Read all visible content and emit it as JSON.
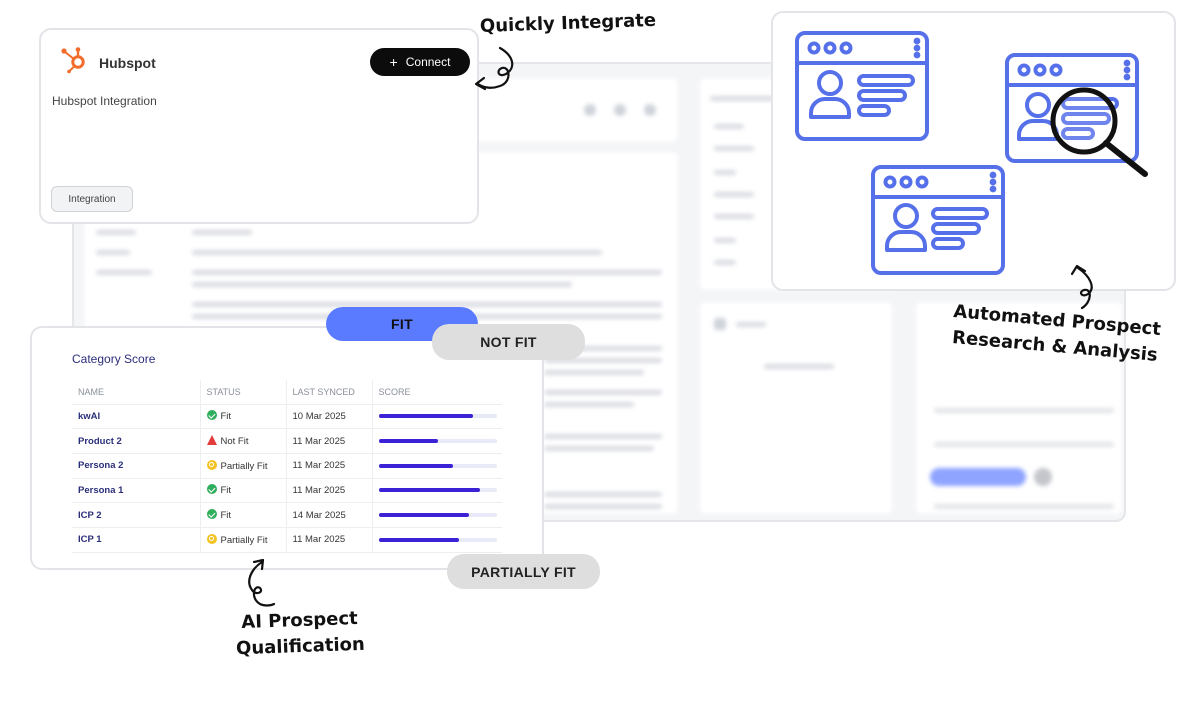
{
  "annotations": {
    "quickly_integrate": "Quickly Integrate",
    "automated_research_line1": "Automated Prospect",
    "automated_research_line2": "Research & Analysis",
    "ai_qualification_line1": "AI Prospect",
    "ai_qualification_line2": "Qualification"
  },
  "hubspot_card": {
    "name": "Hubspot",
    "subtitle": "Hubspot Integration",
    "connect_label": "Connect",
    "connect_icon": "plus-icon",
    "tag_label": "Integration",
    "brand_color": "#f26c2c"
  },
  "badges": {
    "fit": "FIT",
    "not_fit": "NOT FIT",
    "partially_fit": "PARTIALLY FIT"
  },
  "score_card": {
    "title": "Category Score",
    "columns": [
      "NAME",
      "STATUS",
      "LAST SYNCED",
      "SCORE"
    ],
    "rows": [
      {
        "name": "kwAI",
        "status": "Fit",
        "status_icon": "check-circle-icon",
        "synced": "10 Mar 2025",
        "score": 0.8
      },
      {
        "name": "Product 2",
        "status": "Not Fit",
        "status_icon": "warning-triangle-icon",
        "synced": "11 Mar 2025",
        "score": 0.5
      },
      {
        "name": "Persona 2",
        "status": "Partially Fit",
        "status_icon": "partial-circle-icon",
        "synced": "11 Mar 2025",
        "score": 0.63
      },
      {
        "name": "Persona 1",
        "status": "Fit",
        "status_icon": "check-circle-icon",
        "synced": "11 Mar 2025",
        "score": 0.86
      },
      {
        "name": "ICP 2",
        "status": "Fit",
        "status_icon": "check-circle-icon",
        "synced": "14 Mar 2025",
        "score": 0.77
      },
      {
        "name": "ICP 1",
        "status": "Partially Fit",
        "status_icon": "partial-circle-icon",
        "synced": "11 Mar 2025",
        "score": 0.68
      }
    ]
  },
  "colors": {
    "accent_blue": "#5a7bff",
    "illustration_blue": "#5670ea",
    "score_bar": "#3b22d6",
    "fit_green": "#2fae5c",
    "not_fit_red": "#e23d3d",
    "partial_yellow": "#f3c223"
  }
}
